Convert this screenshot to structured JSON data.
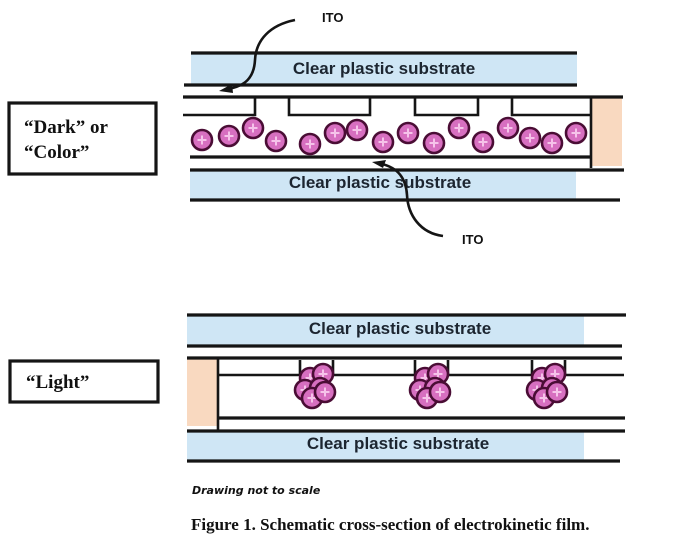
{
  "figure": {
    "caption": "Figure 1. Schematic cross-section of electrokinetic film.",
    "note": "Drawing not to scale",
    "colors": {
      "substrate": "#cfe6f5",
      "spacer": "#f9d9c0",
      "particle_fill": "#d76fc0",
      "particle_outline": "#4a0d35",
      "line": "#151515"
    }
  },
  "dark_state": {
    "label_line1": "“Dark” or",
    "label_line2": "“Color”",
    "top_substrate_label": "Clear plastic substrate",
    "bottom_substrate_label": "Clear plastic substrate",
    "ito_top_label": "ITO",
    "ito_bottom_label": "ITO",
    "particle_count": 16,
    "particle_distribution": "dispersed"
  },
  "light_state": {
    "label": "“Light”",
    "top_substrate_label": "Clear plastic substrate",
    "bottom_substrate_label": "Clear plastic substrate",
    "cluster_count": 3,
    "particle_distribution": "collected in wells"
  }
}
